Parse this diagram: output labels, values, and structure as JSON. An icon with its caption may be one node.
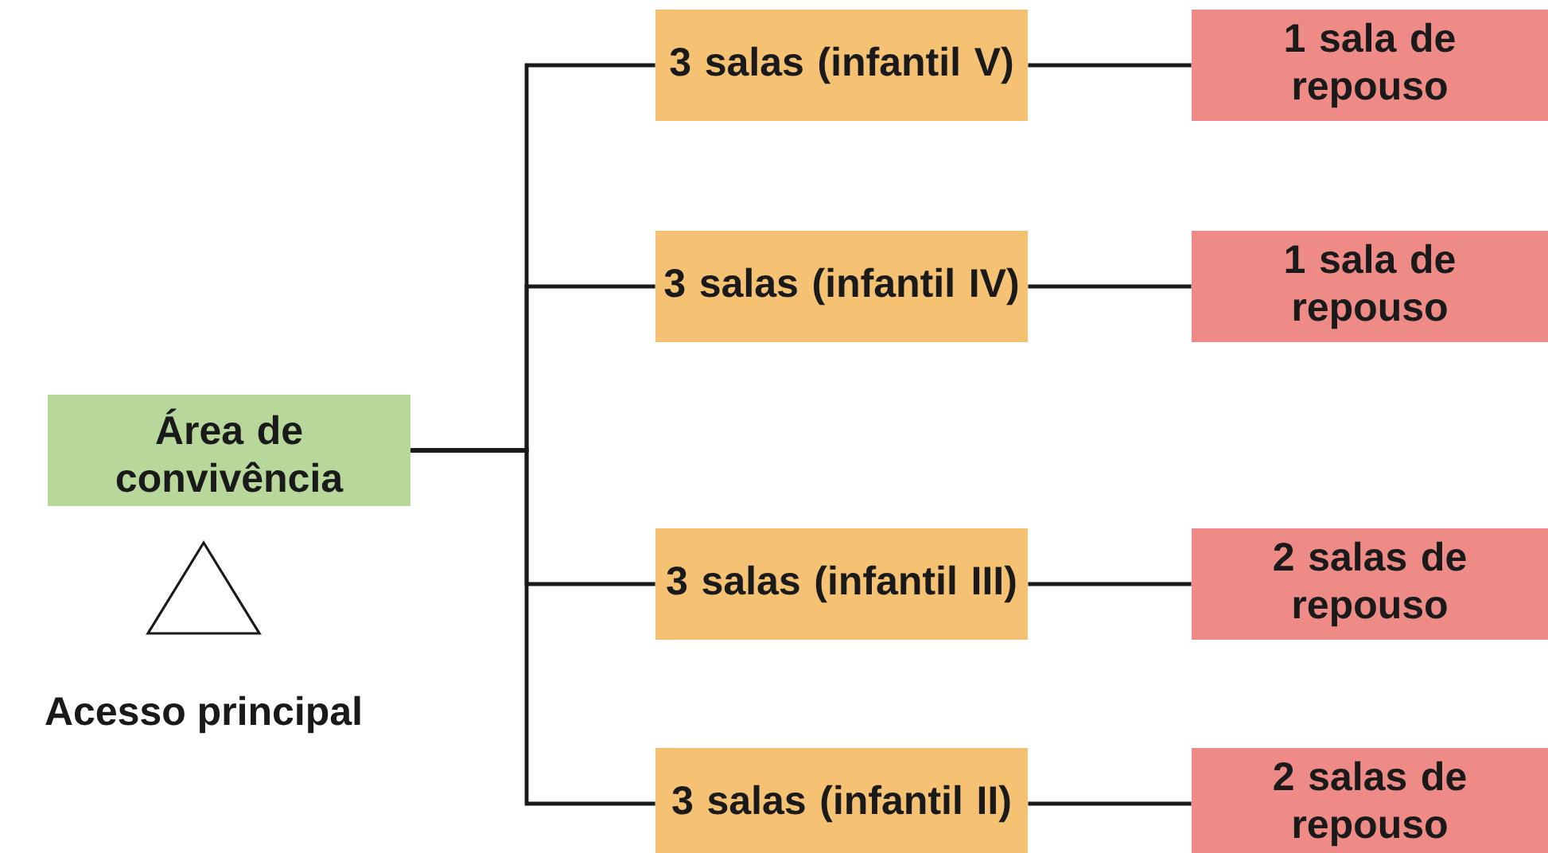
{
  "diagram": {
    "nodes": [
      {
        "text": [
          "Área de convivência"
        ]
      },
      {
        "text": [
          "Acesso principal"
        ]
      },
      {
        "text": [
          "3 salas (infantil V)"
        ]
      },
      {
        "text": [
          "1 sala de repouso"
        ]
      },
      {
        "text": [
          "3 salas (infantil IV)"
        ]
      },
      {
        "text": [
          "1 sala de repouso"
        ]
      },
      {
        "text": [
          "3 salas (infantil III)"
        ]
      },
      {
        "text": [
          "2 salas de repouso"
        ]
      },
      {
        "text": [
          "3 salas (infantil II)"
        ]
      },
      {
        "text": [
          "2 salas de repouso"
        ]
      }
    ],
    "edges": [
      {
        "from": 0,
        "to": 2,
        "arrow": "none"
      },
      {
        "from": 0,
        "to": 4,
        "arrow": "none"
      },
      {
        "from": 0,
        "to": 6,
        "arrow": "none"
      },
      {
        "from": 0,
        "to": 8,
        "arrow": "none"
      },
      {
        "from": 2,
        "to": 3,
        "arrow": "none"
      },
      {
        "from": 4,
        "to": 5,
        "arrow": "none"
      },
      {
        "from": 6,
        "to": 7,
        "arrow": "none"
      },
      {
        "from": 8,
        "to": 9,
        "arrow": "none"
      }
    ]
  }
}
